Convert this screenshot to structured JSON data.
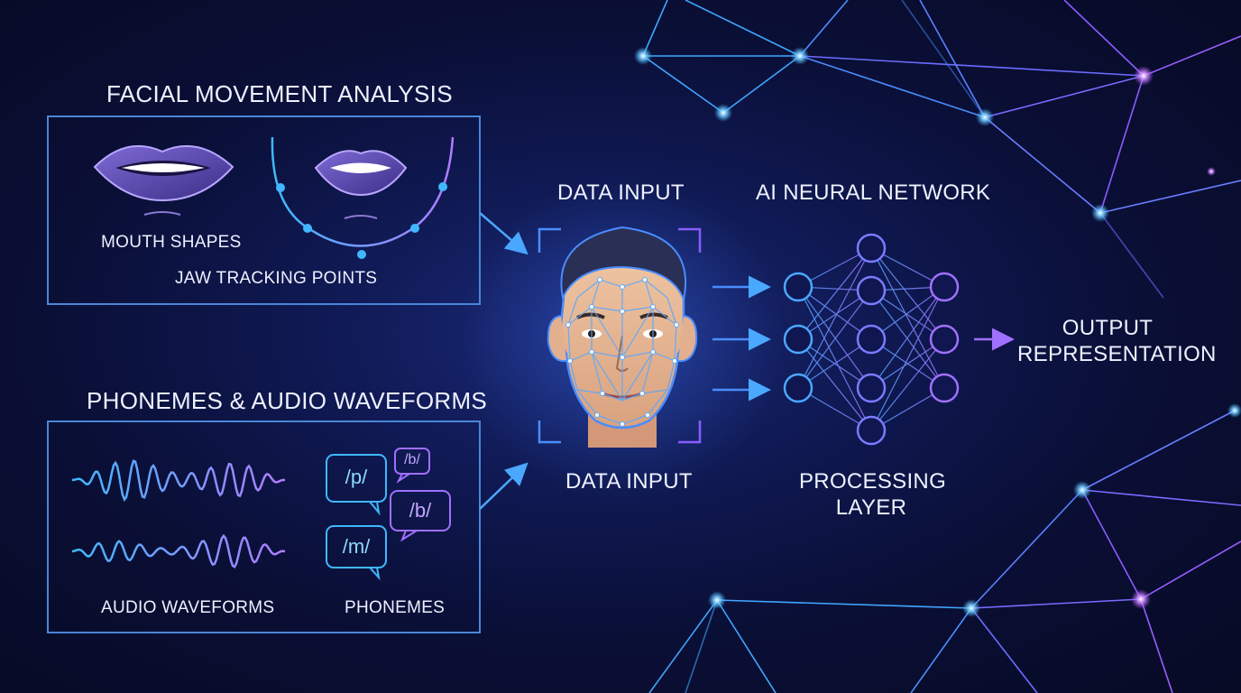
{
  "sections": {
    "facial_title": "FACIAL MOVEMENT ANALYSIS",
    "mouth_shapes": "MOUTH SHAPES",
    "jaw_points": "JAW TRACKING POINTS",
    "phonemes_title": "PHONEMES & AUDIO WAVEFORMS",
    "audio_waveforms": "AUDIO WAVEFORMS",
    "phonemes": "PHONEMES"
  },
  "center": {
    "data_input_top": "DATA INPUT",
    "data_input_bottom": "DATA INPUT"
  },
  "network": {
    "title": "AI NEURAL NETWORK",
    "layer_line1": "PROCESSING",
    "layer_line2": "LAYER"
  },
  "output": {
    "line1": "OUTPUT",
    "line2": "REPRESENTATION"
  },
  "phoneme_bubbles": [
    "/p/",
    "/b/",
    "/b/",
    "/m/"
  ],
  "colors": {
    "cyan": "#3fb8ff",
    "violet": "#a070ff",
    "magenta": "#c040ff",
    "text": "#eef1ff"
  }
}
